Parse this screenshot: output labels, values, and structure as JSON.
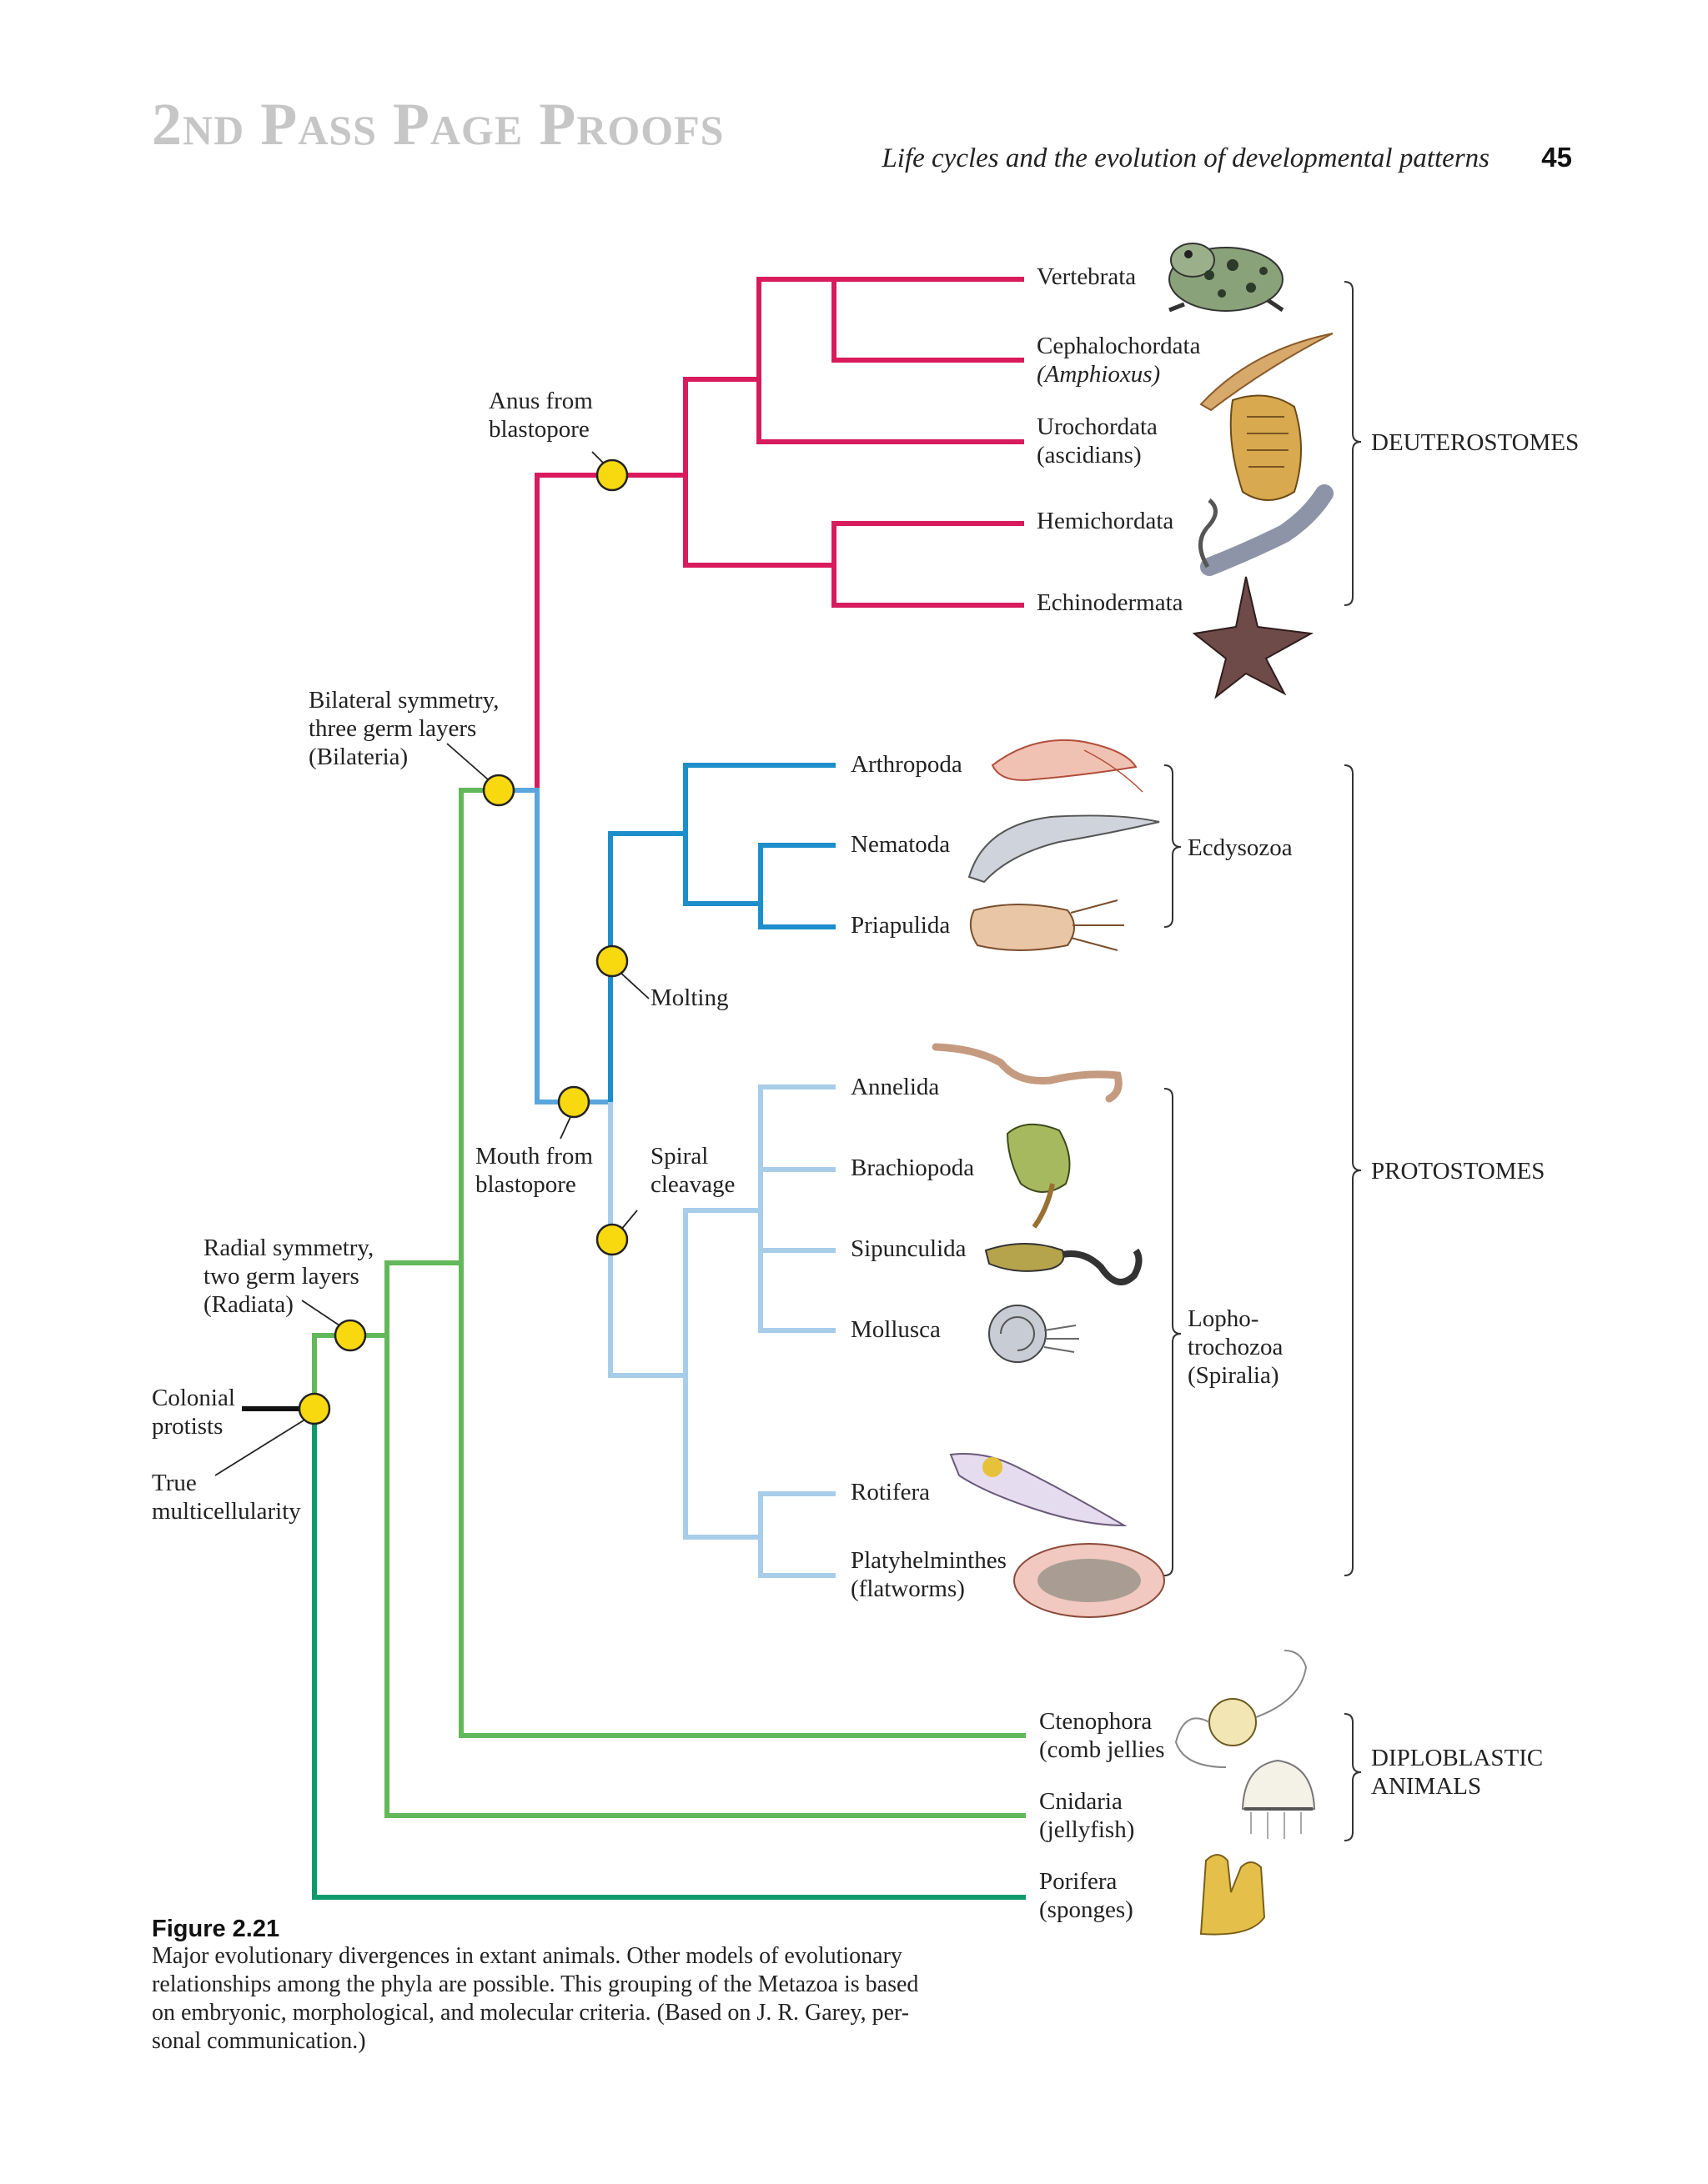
{
  "header": {
    "proof_stamp": "2nd Pass Page Proofs",
    "running_title": "Life cycles and the evolution of developmental patterns",
    "page_number": "45"
  },
  "taxa": {
    "vertebrata": "Vertebrata",
    "cephalochordata": [
      "Cephalochordata",
      "(Amphioxus)"
    ],
    "urochordata": [
      "Urochordata",
      "(ascidians)"
    ],
    "hemichordata": "Hemichordata",
    "echinodermata": "Echinodermata",
    "arthropoda": "Arthropoda",
    "nematoda": "Nematoda",
    "priapulida": "Priapulida",
    "annelida": "Annelida",
    "brachiopoda": "Brachiopoda",
    "sipunculida": "Sipunculida",
    "mollusca": "Mollusca",
    "rotifera": "Rotifera",
    "platyhelminthes": [
      "Platyhelminthes",
      "(flatworms)"
    ],
    "ctenophora": [
      "Ctenophora",
      "(comb jellies"
    ],
    "cnidaria": [
      "Cnidaria",
      "(jellyfish)"
    ],
    "porifera": [
      "Porifera",
      "(sponges)"
    ]
  },
  "nodes": {
    "anus": [
      "Anus from",
      "blastopore"
    ],
    "bilateral": [
      "Bilateral symmetry,",
      "three germ layers",
      "(Bilateria)"
    ],
    "molting": "Molting",
    "mouth": [
      "Mouth from",
      "blastopore"
    ],
    "spiral": [
      "Spiral",
      "cleavage"
    ],
    "radial": [
      "Radial symmetry,",
      "two germ layers",
      "(Radiata)"
    ],
    "colonial": [
      "Colonial",
      "protists"
    ],
    "true_multi": [
      "True",
      "multicellularity"
    ]
  },
  "groups": {
    "deuterostomes": "DEUTEROSTOMES",
    "ecdysozoa": "Ecdysozoa",
    "lophotrochozoa": [
      "Lopho-",
      "trochozoa",
      "(Spiralia)"
    ],
    "protostomes": "PROTOSTOMES",
    "diploblastic": [
      "DIPLOBLASTIC",
      "ANIMALS"
    ]
  },
  "caption": {
    "title": "Figure 2.21",
    "lines": [
      "Major evolutionary divergences in extant animals. Other models of evolutionary",
      "relationships among the phyla are possible. This grouping of the Metazoa is based",
      "on embryonic, morphological, and molecular criteria. (Based on J. R. Garey, per-",
      "sonal communication.)"
    ]
  },
  "illustrations": [
    "frog",
    "lancelet",
    "sea-squirt",
    "acorn-worm",
    "starfish",
    "shrimp",
    "roundworm",
    "priapulid-worm",
    "segmented-worm",
    "lamp-shell",
    "peanut-worm",
    "nautilus-shell",
    "rotifer",
    "flatworm",
    "comb-jelly",
    "jellyfish",
    "sponge"
  ],
  "colors": {
    "deuterostome": "#d81b5c",
    "ecdysozoa": "#1d8ecb",
    "protostome_stem": "#5aa6dc",
    "lophotrochozoa": "#a8cde9",
    "radiata": "#62b85a",
    "metazoa": "#0e9a6a",
    "node": "#f8d90f"
  }
}
